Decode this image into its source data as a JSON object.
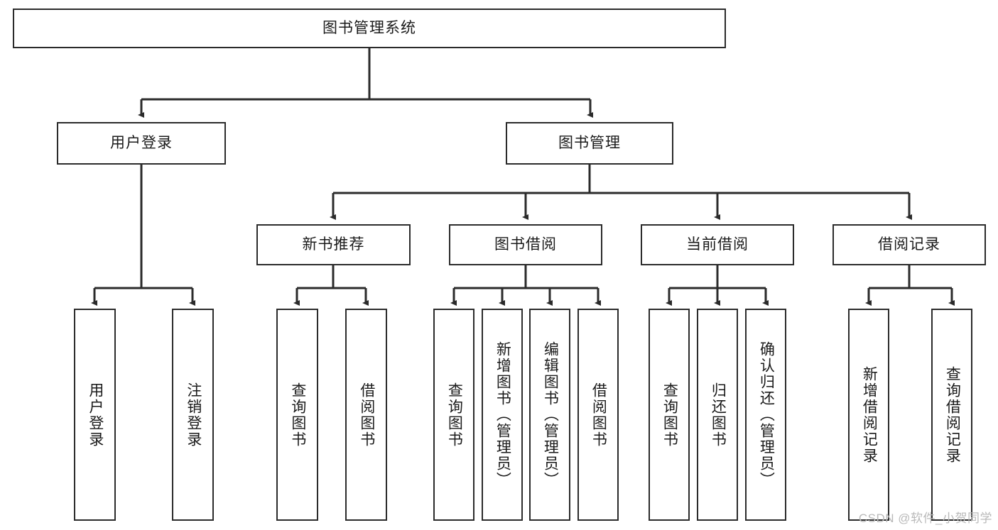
{
  "diagram": {
    "type": "tree-hierarchy",
    "orientation": "top-down",
    "root": {
      "id": "root",
      "label": "图书管理系统"
    },
    "level2": [
      {
        "id": "user-login",
        "label": "用户登录"
      },
      {
        "id": "book-manage",
        "label": "图书管理"
      }
    ],
    "level3": [
      {
        "id": "new-book-recommend",
        "label": "新书推荐",
        "parent": "book-manage"
      },
      {
        "id": "book-borrow",
        "label": "图书借阅",
        "parent": "book-manage"
      },
      {
        "id": "current-borrow",
        "label": "当前借阅",
        "parent": "book-manage"
      },
      {
        "id": "borrow-record",
        "label": "借阅记录",
        "parent": "book-manage"
      }
    ],
    "leaves": {
      "user-login": [
        {
          "id": "leaf-user-login",
          "label": "用户登录"
        },
        {
          "id": "leaf-logout",
          "label": "注销登录"
        }
      ],
      "new-book-recommend": [
        {
          "id": "leaf-query-book-1",
          "label": "查询图书"
        },
        {
          "id": "leaf-borrow-book-1",
          "label": "借阅图书"
        }
      ],
      "book-borrow": [
        {
          "id": "leaf-query-book-2",
          "label": "查询图书"
        },
        {
          "id": "leaf-add-book",
          "label": "新增图书（管理员）"
        },
        {
          "id": "leaf-edit-book",
          "label": "编辑图书（管理员）"
        },
        {
          "id": "leaf-borrow-book-2",
          "label": "借阅图书"
        }
      ],
      "current-borrow": [
        {
          "id": "leaf-query-book-3",
          "label": "查询图书"
        },
        {
          "id": "leaf-return-book",
          "label": "归还图书"
        },
        {
          "id": "leaf-confirm-return",
          "label": "确认归还（管理员）"
        }
      ],
      "borrow-record": [
        {
          "id": "leaf-add-record",
          "label": "新增借阅记录"
        },
        {
          "id": "leaf-query-record",
          "label": "查询借阅记录"
        }
      ]
    }
  },
  "watermark": {
    "text": "CSDN @软件_小贺同学"
  },
  "colors": {
    "border": "#2b2b2b",
    "line": "#2b2b2b",
    "background": "#ffffff",
    "text": "#1a1a1a",
    "watermark": "#b9b9b9"
  }
}
